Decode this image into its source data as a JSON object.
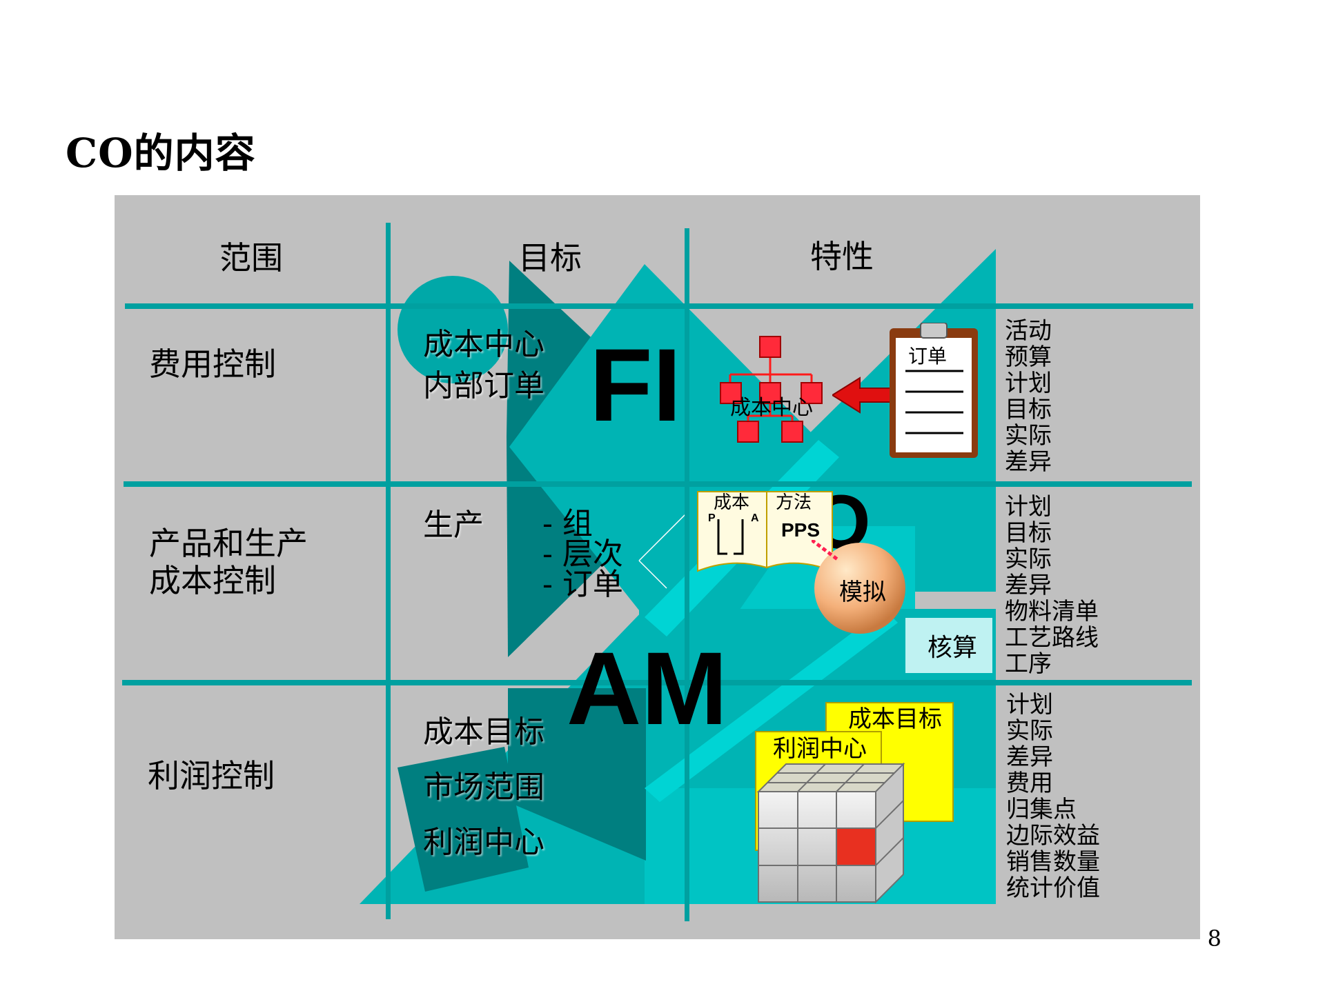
{
  "title": "CO的内容",
  "page_number": "8",
  "headers": {
    "scope": "范围",
    "goal": "目标",
    "feature": "特性"
  },
  "rows": [
    {
      "scope": "费用控制",
      "goals": [
        "成本中心",
        "内部订单"
      ],
      "features": [
        "活动",
        "预算",
        "计划",
        "目标",
        "实际",
        "差异"
      ]
    },
    {
      "scope_lines": [
        "产品和生产",
        "成本控制"
      ],
      "goal_main": "生产",
      "goal_sub": [
        "- 组",
        "- 层次",
        "- 订单"
      ],
      "features": [
        "计划",
        "目标",
        "实际",
        "差异",
        "物料清单",
        "工艺路线",
        "工序"
      ]
    },
    {
      "scope": "利润控制",
      "goals": [
        "成本目标",
        "市场范围",
        "利润中心"
      ],
      "features": [
        "计划",
        "实际",
        "差异",
        "费用",
        "归集点",
        "边际效益",
        "销售数量",
        "统计价值"
      ]
    }
  ],
  "big_letters": {
    "fi": "FI",
    "am": "AM",
    "co_partial": "O"
  },
  "illustrations": {
    "org_chart_label": "成本中心",
    "clipboard_label": "订单",
    "book_left_label": "成本",
    "book_right_label": "方法",
    "book_pps": "PPS",
    "book_letter_p": "P",
    "book_letter_a": "A",
    "sphere_label": "模拟",
    "accounting_label": "核算",
    "profit_card_back": "成本目标",
    "profit_card_front": "利润中心"
  },
  "colors": {
    "panel": "#c0c0c0",
    "teal": "#00b0b0",
    "teal_dark": "#007f80",
    "teal_light": "#00d0d0",
    "red_box": "#ff2a3a",
    "yellow_card": "#ffff00"
  }
}
